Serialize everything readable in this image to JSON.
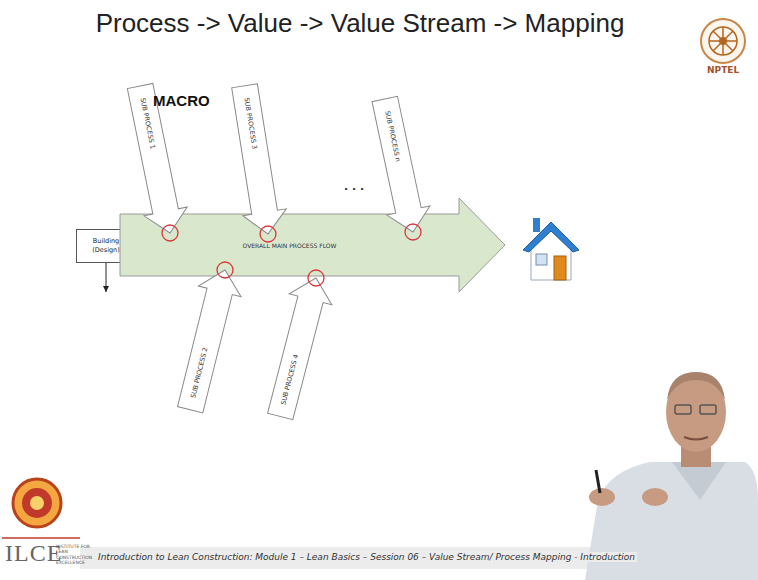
{
  "diagram": {
    "title": "Process -> Value -> Value Stream -> Mapping",
    "nodes": [
      {
        "text": [
          "Building (Design)"
        ]
      },
      {
        "text": [
          "OVERALL MAIN PROCESS FLOW"
        ]
      },
      {
        "text": [
          "SUB PROCESS 1"
        ]
      },
      {
        "text": [
          "SUB PROCESS 2"
        ]
      },
      {
        "text": [
          "SUB PROCESS 3"
        ]
      },
      {
        "text": [
          "SUB PROCESS 4"
        ]
      },
      {
        "text": [
          "SUB PROCESS n"
        ]
      }
    ],
    "edges": [
      {
        "from": 0,
        "to": 1,
        "arrow": "to"
      }
    ],
    "labels": [
      "MACRO",
      ". . .",
      "NPTEL",
      "ILCE",
      "INSTITUTE FOR LEAN CONSTRUCTION EXCELLENCE",
      "Introduction to Lean Construction: Module 1 – Lean Basics – Session 06 – Value Stream/ Process Mapping - Introduction"
    ]
  }
}
